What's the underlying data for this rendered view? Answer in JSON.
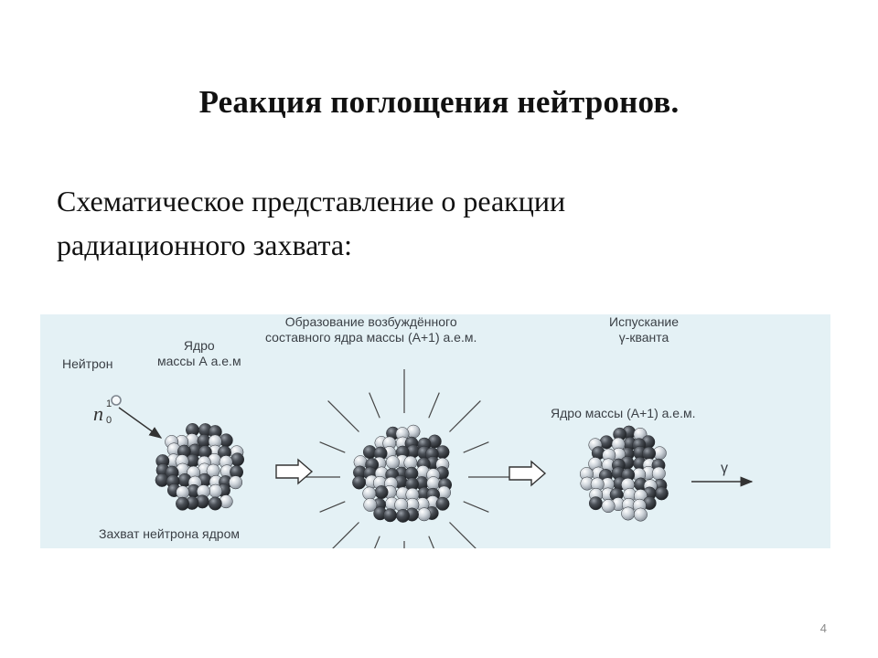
{
  "slide": {
    "title": "Реакция поглощения нейтронов.",
    "body_line1": "Схематическое представление о реакции",
    "body_line2": "радиационного захвата:",
    "page_number": "4"
  },
  "diagram": {
    "labels": {
      "neutron": "Нейтрон",
      "nucleus_line1": "Ядро",
      "nucleus_line2": "массы А а.е.м",
      "compound_line1": "Образование возбуждённого",
      "compound_line2": "составного ядра массы  (А+1) а.е.м.",
      "emission_line1": "Испускание",
      "emission_line2": "γ-кванта",
      "final_nucleus": "Ядро массы (А+1) а.е.м.",
      "capture": "Захват нейтрона ядром",
      "gamma": "γ",
      "neutron_symbol": "n",
      "neutron_superscript": "1",
      "neutron_subscript": "0"
    },
    "colors": {
      "background": "#e4f1f5",
      "dark_nucleon": "#3b3f45",
      "light_nucleon": "#c9cfd6",
      "line": "#333333"
    }
  }
}
